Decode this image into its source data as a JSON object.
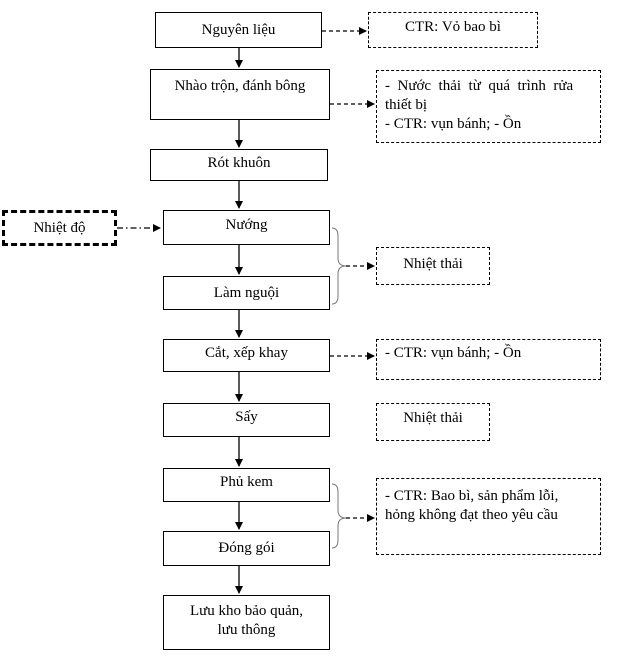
{
  "process": {
    "raw_material": "Nguyên liệu",
    "mixing": "Nhào trộn, đánh bông",
    "molding": "Rót khuôn",
    "baking": "Nướng",
    "cooling": "Làm nguội",
    "cutting": "Cắt, xếp khay",
    "drying": "Sấy",
    "cream_coating": "Phủ kem",
    "packaging": "Đóng gói",
    "storage_line1": "Lưu kho bảo quản,",
    "storage_line2": "lưu thông"
  },
  "inputs": {
    "temperature": "Nhiệt độ"
  },
  "outputs": {
    "packaging_waste": "CTR: Vỏ bao bì",
    "mixing_waste_line1": "-  Nước  thải  từ  quá  trình  rửa",
    "mixing_waste_line2": "thiết bị",
    "mixing_waste_line3": "- CTR: vụn bánh; - Ồn",
    "heat_1": "Nhiệt thải",
    "cutting_waste": "- CTR: vụn bánh; - Ồn",
    "heat_2": "Nhiệt thải",
    "final_waste_line1": "- CTR: Bao bì, sản phẩm lỗi,",
    "final_waste_line2": "hỏng không đạt theo yêu cầu"
  }
}
